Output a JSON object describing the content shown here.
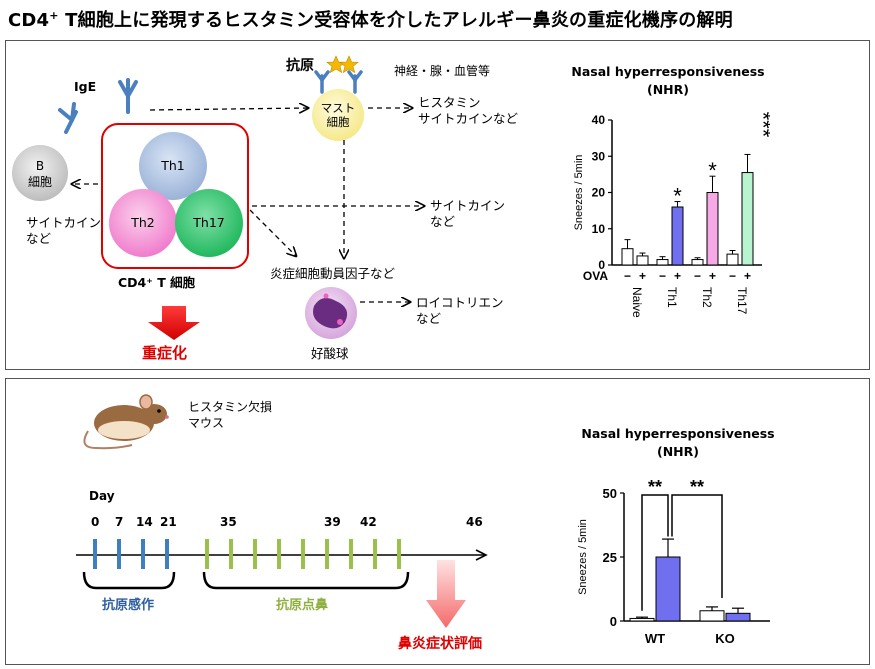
{
  "title": {
    "main": "CD4",
    "sup": "+",
    "rest": " T細胞上に発現するヒスタミン受容体を介したアレルギー鼻炎の重症化機序の解明"
  },
  "top": {
    "ige": "IgE",
    "antigen": "抗原",
    "b_cell": {
      "line1": "B",
      "line2": "細胞"
    },
    "b_products": {
      "line1": "サイトカイン",
      "line2": "など"
    },
    "th1": "Th1",
    "th2": "Th2",
    "th17": "Th17",
    "cd4_label": "CD4⁺ T 細胞",
    "mast": {
      "line1": "マスト",
      "line2": "細胞"
    },
    "mast_targets": "神経・腺・血管等",
    "mast_products": {
      "line1": "ヒスタミン",
      "line2": "サイトカインなど"
    },
    "cytokine_right": {
      "line1": "サイトカイン",
      "line2": "など"
    },
    "inflammatory": "炎症細胞動員因子など",
    "eosinophil": "好酸球",
    "leukotriene": {
      "line1": "ロイコトリエン",
      "line2": "など"
    },
    "severity": "重症化"
  },
  "bottom": {
    "mouse_label": {
      "line1": "ヒスタミン欠損",
      "line2": "マウス"
    },
    "day_label": "Day",
    "days": [
      "0",
      "7",
      "14",
      "21",
      "35",
      "39",
      "42",
      "46"
    ],
    "sensitization": "抗原感作",
    "challenge": "抗原点鼻",
    "evaluation": "鼻炎症状評価"
  },
  "colors": {
    "red": "#e00000",
    "blue_tick": "#3f7fc0",
    "green_tick": "#9cc04c",
    "bar_blue": "#6f6ff0"
  },
  "chart_data": [
    {
      "type": "bar",
      "title": "Nasal hyperresponsiveness",
      "subtitle": "(NHR)",
      "ylabel": "Sneezes / 5min",
      "ylim": [
        0,
        40
      ],
      "yticks": [
        "0",
        "10",
        "20",
        "30",
        "40"
      ],
      "ova_label": "OVA",
      "ova": [
        "−",
        "+",
        "−",
        "+",
        "−",
        "+",
        "−",
        "+"
      ],
      "groups": [
        "Naive",
        "Th1",
        "Th2",
        "Th17"
      ],
      "values": [
        4.5,
        2.5,
        1.5,
        16,
        1.5,
        20,
        3,
        25.5
      ],
      "errors": [
        2.5,
        0.8,
        0.8,
        1.5,
        0.5,
        4.5,
        1,
        5
      ],
      "significance": [
        "",
        "",
        "",
        "*",
        "",
        "*",
        "",
        "***"
      ]
    },
    {
      "type": "bar",
      "title": "Nasal hyperresponsiveness",
      "subtitle": "(NHR)",
      "ylabel": "Sneezes / 5min",
      "ylim": [
        0,
        50
      ],
      "yticks": [
        "0",
        "25",
        "50"
      ],
      "categories": [
        "WT",
        "KO"
      ],
      "values": [
        1,
        25,
        4,
        3
      ],
      "errors": [
        0.5,
        7,
        1.5,
        2
      ],
      "significance": [
        "**",
        "**"
      ]
    }
  ]
}
